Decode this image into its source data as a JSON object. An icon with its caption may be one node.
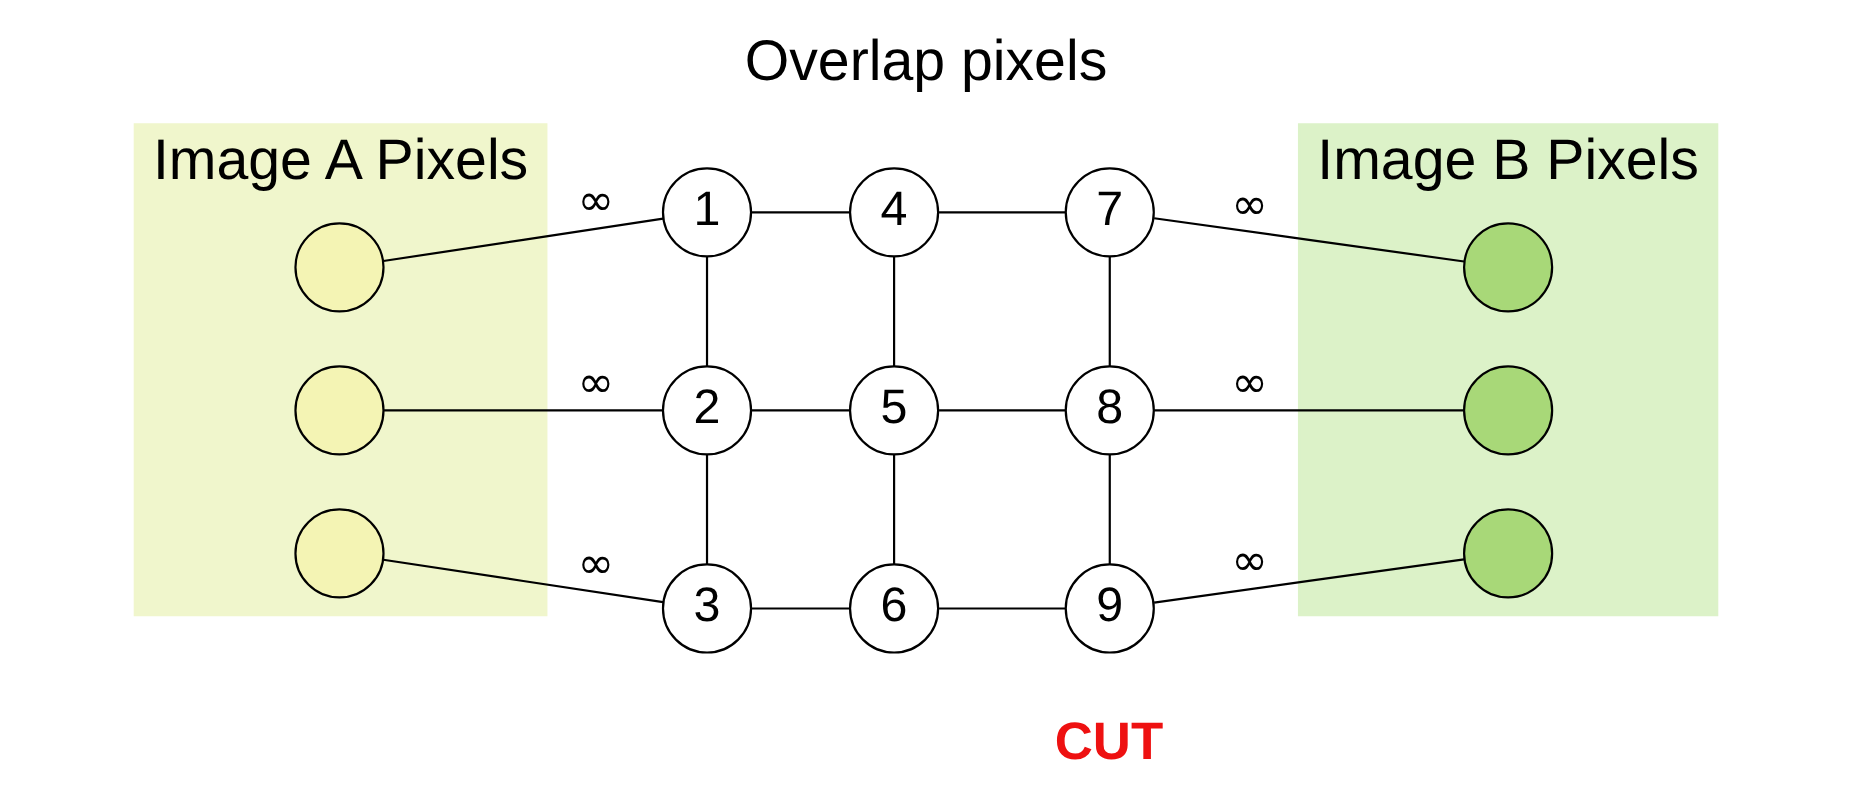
{
  "diagram": {
    "title": "Overlap pixels",
    "nodes": [
      {
        "text": [
          "Image A Pixels"
        ]
      },
      {
        "text": [],
        "shape": "circle",
        "in": 0
      },
      {
        "text": [],
        "shape": "circle",
        "in": 0
      },
      {
        "text": [],
        "shape": "circle",
        "in": 0
      },
      {
        "text": [
          "Image B Pixels"
        ]
      },
      {
        "text": [],
        "shape": "circle",
        "in": 4
      },
      {
        "text": [],
        "shape": "circle",
        "in": 4
      },
      {
        "text": [],
        "shape": "circle",
        "in": 4
      },
      {
        "text": [
          "1"
        ]
      },
      {
        "text": [
          "4"
        ]
      },
      {
        "text": [
          "7"
        ]
      },
      {
        "text": [
          "2"
        ]
      },
      {
        "text": [
          "5"
        ]
      },
      {
        "text": [
          "8"
        ]
      },
      {
        "text": [
          "3"
        ]
      },
      {
        "text": [
          "6"
        ]
      },
      {
        "text": [
          "9"
        ]
      }
    ],
    "edges": [
      {
        "from": 1,
        "to": 8,
        "arrow": "none",
        "label": "∞"
      },
      {
        "from": 8,
        "to": 9,
        "arrow": "none"
      },
      {
        "from": 9,
        "to": 10,
        "arrow": "none"
      },
      {
        "from": 10,
        "to": 5,
        "arrow": "none",
        "label": "∞"
      },
      {
        "from": 8,
        "to": 11,
        "arrow": "none"
      },
      {
        "from": 9,
        "to": 12,
        "arrow": "none"
      },
      {
        "from": 10,
        "to": 13,
        "arrow": "none"
      },
      {
        "from": 2,
        "to": 11,
        "arrow": "none",
        "label": "∞"
      },
      {
        "from": 11,
        "to": 12,
        "arrow": "none"
      },
      {
        "from": 12,
        "to": 13,
        "arrow": "none"
      },
      {
        "from": 13,
        "to": 6,
        "arrow": "none",
        "label": "∞"
      },
      {
        "from": 11,
        "to": 14,
        "arrow": "none"
      },
      {
        "from": 12,
        "to": 15,
        "arrow": "none"
      },
      {
        "from": 13,
        "to": 16,
        "arrow": "none"
      },
      {
        "from": 3,
        "to": 14,
        "arrow": "none",
        "label": "∞"
      },
      {
        "from": 14,
        "to": 15,
        "arrow": "none"
      },
      {
        "from": 15,
        "to": 16,
        "arrow": "none"
      },
      {
        "from": 16,
        "to": 7,
        "arrow": "none",
        "label": "∞"
      }
    ],
    "labels": [
      "CUT"
    ]
  }
}
